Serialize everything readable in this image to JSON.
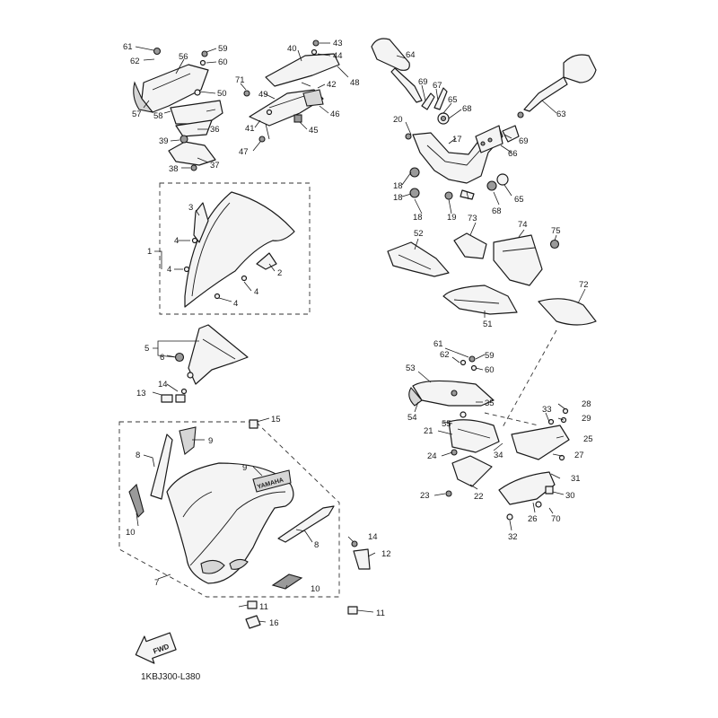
{
  "diagram": {
    "code": "1KBJ300-L380",
    "fwd_label": "FWD",
    "brand_decal": "YAMAHA",
    "callouts": {
      "c1": "1",
      "c2": "2",
      "c3": "3",
      "c4a": "4",
      "c4b": "4",
      "c4c": "4",
      "c4d": "4",
      "c5": "5",
      "c6": "6",
      "c7": "7",
      "c8a": "8",
      "c8b": "8",
      "c9a": "9",
      "c9b": "9",
      "c10a": "10",
      "c10b": "10",
      "c11a": "11",
      "c11b": "11",
      "c12": "12",
      "c13": "13",
      "c14a": "14",
      "c14b": "14",
      "c15": "15",
      "c16": "16",
      "c17": "17",
      "c18a": "18",
      "c18b": "18",
      "c18c": "18",
      "c19": "19",
      "c20": "20",
      "c21": "21",
      "c22": "22",
      "c23": "23",
      "c24": "24",
      "c25": "25",
      "c26": "26",
      "c27": "27",
      "c28": "28",
      "c29": "29",
      "c30": "30",
      "c31": "31",
      "c32": "32",
      "c33": "33",
      "c34": "34",
      "c35": "35",
      "c36": "36",
      "c37": "37",
      "c38": "38",
      "c39": "39",
      "c40": "40",
      "c41": "41",
      "c42": "42",
      "c43": "43",
      "c44": "44",
      "c45": "45",
      "c46": "46",
      "c47": "47",
      "c48": "48",
      "c49": "49",
      "c50": "50",
      "c51": "51",
      "c52": "52",
      "c53": "53",
      "c54": "54",
      "c55": "55",
      "c56": "56",
      "c57": "57",
      "c58": "58",
      "c59a": "59",
      "c59b": "59",
      "c60a": "60",
      "c60b": "60",
      "c61a": "61",
      "c61b": "61",
      "c62a": "62",
      "c62b": "62",
      "c63": "63",
      "c64": "64",
      "c65a": "65",
      "c65b": "65",
      "c66": "66",
      "c67": "67",
      "c68a": "68",
      "c68b": "68",
      "c69a": "69",
      "c69b": "69",
      "c70": "70",
      "c71": "71",
      "c72": "72",
      "c73": "73",
      "c74": "74",
      "c75": "75"
    }
  }
}
